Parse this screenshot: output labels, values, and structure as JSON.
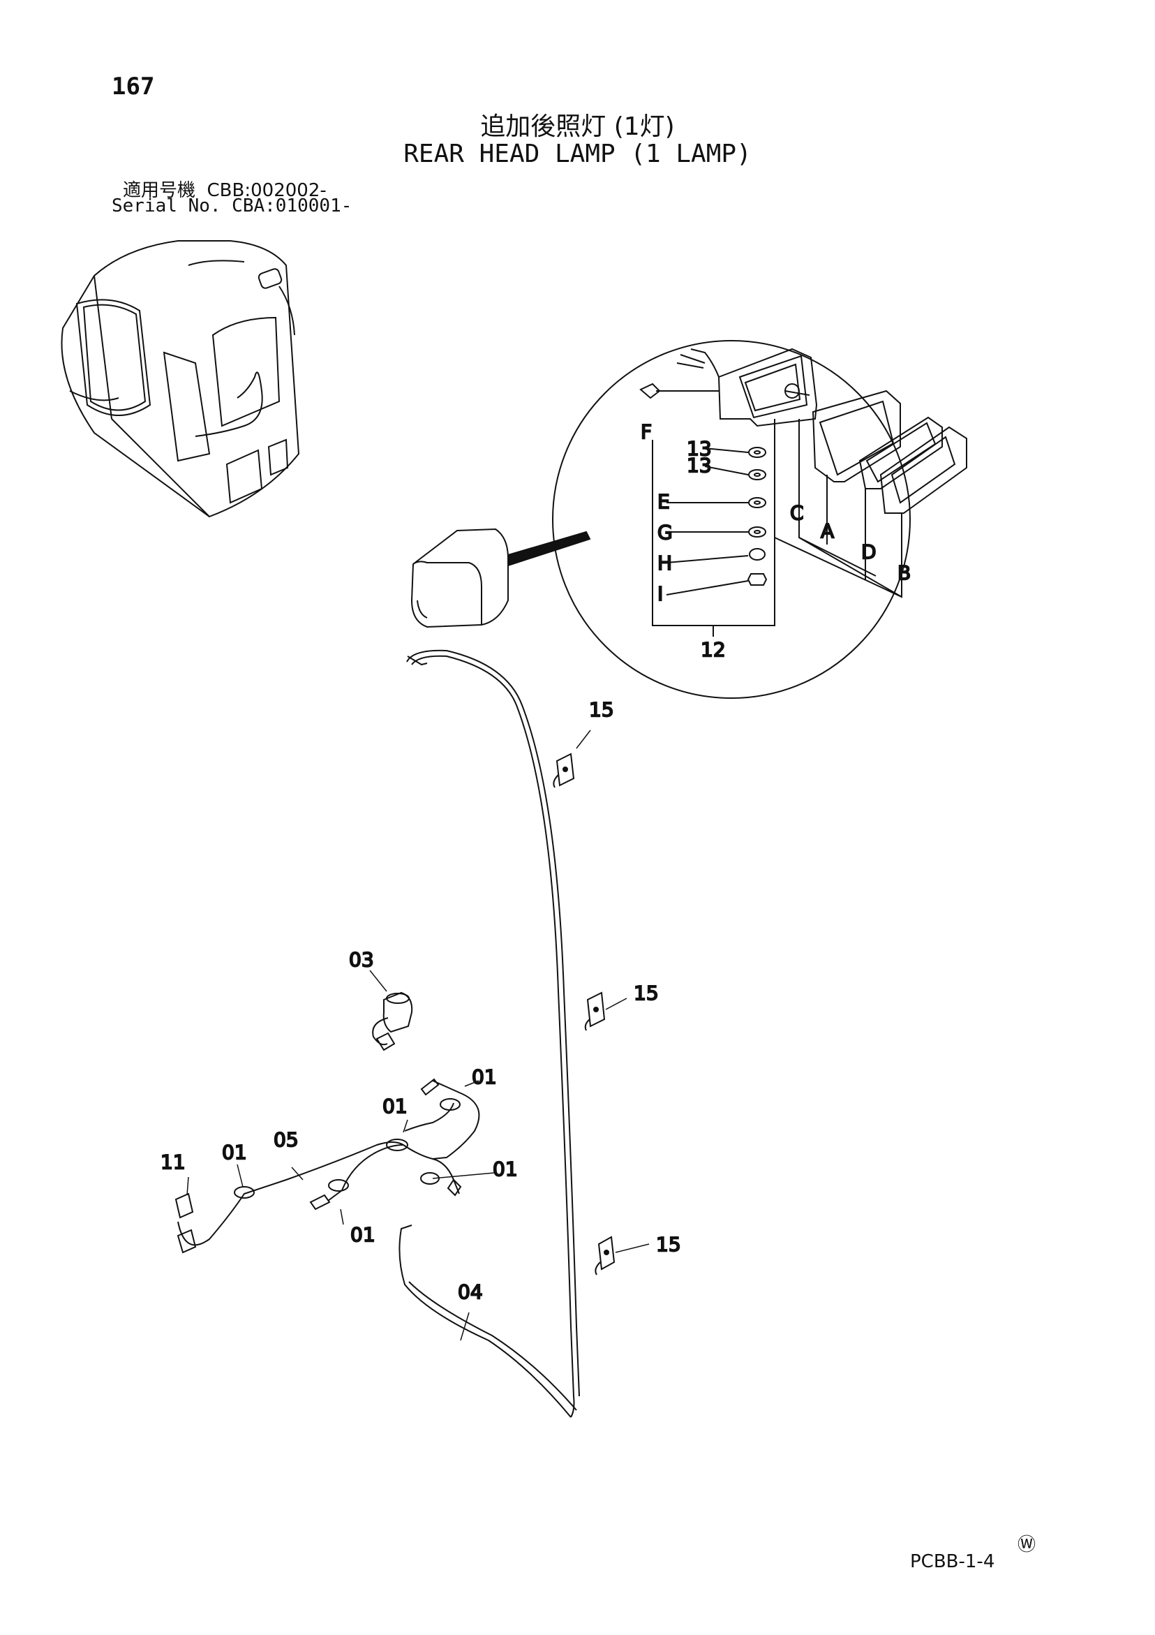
{
  "page": {
    "number": "167",
    "title_jp": "追加後照灯 (1灯)",
    "title_en": "REAR HEAD LAMP (1 LAMP)",
    "serial_jp": "適用号機  CBB:002002-",
    "serial_en": "Serial No. CBA:010001-",
    "doc_code": "PCBB-1-4",
    "mark": "Ⓦ"
  },
  "callouts": {
    "c13a": "13",
    "c13b": "13",
    "cF": "F",
    "cE": "E",
    "cG": "G",
    "cH": "H",
    "cI": "I",
    "cC": "C",
    "cA": "A",
    "cD": "D",
    "cB": "B",
    "c12": "12",
    "c15a": "15",
    "c15b": "15",
    "c15c": "15",
    "c03": "03",
    "c01a": "01",
    "c01b": "01",
    "c01c": "01",
    "c01d": "01",
    "c01e": "01",
    "c05": "05",
    "c11": "11",
    "c04": "04"
  }
}
